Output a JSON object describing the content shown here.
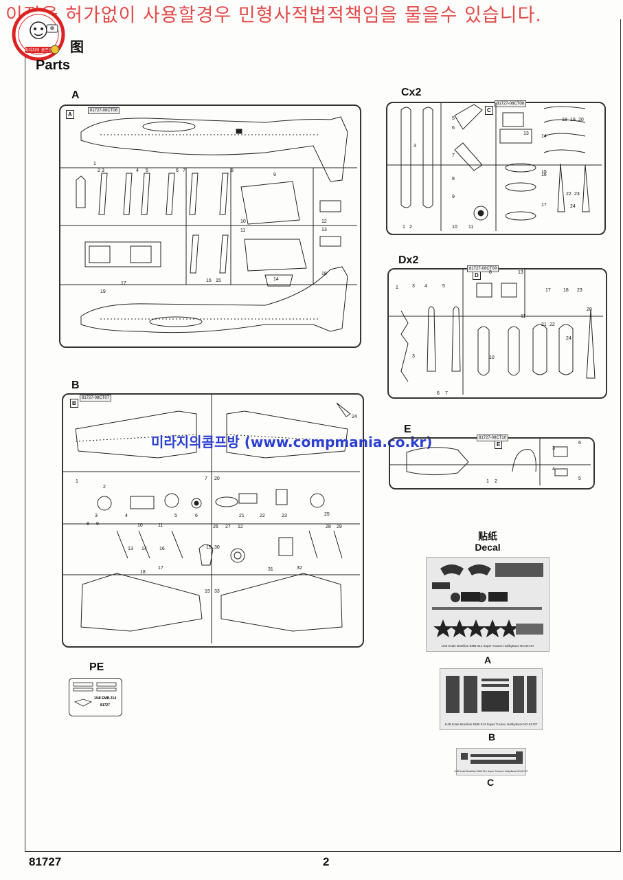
{
  "watermark": {
    "top": "이진을 허가없이 사용할경우 민형사적법적책임을 물을수 있습니다.",
    "middle": "미라지의콤프방 (www.compmania.co.kr)",
    "logo_text": "미라지의 콤프방"
  },
  "header": {
    "title_cn": "图",
    "title_en": "Parts"
  },
  "sprues": {
    "A": {
      "label": "A",
      "tag": "A",
      "code": "81727-08CT06"
    },
    "B": {
      "label": "B",
      "tag": "B",
      "code": "81727-08CT07"
    },
    "C": {
      "label": "Cx2",
      "tag": "C",
      "code": "81727-08CT08"
    },
    "D": {
      "label": "Dx2",
      "tag": "D",
      "code": "81727-08CT09"
    },
    "E": {
      "label": "E",
      "tag": "E",
      "code": "81727-08CT10"
    },
    "PE": {
      "label": "PE",
      "line1": "1/48 EMB-314",
      "line2": "81727"
    }
  },
  "decal": {
    "title_cn": "贴纸",
    "title_en": "Decal",
    "sheet_a_label": "A",
    "sheet_b_label": "B",
    "sheet_c_label": "C",
    "sheet_a_caption": "1/48 Scale Brazilian EMB-314 Super Tucano HobbyBoss NO.81727",
    "sheet_b_caption": "1/48 Scale Brazilian EMB-314 Super Tucano HobbyBoss NO.81727",
    "sheet_c_caption": "1/48 Scale Brazilian EMB-314 Super Tucano HobbyBoss NO.81727"
  },
  "footer": {
    "model_number": "81727",
    "page": "2"
  }
}
